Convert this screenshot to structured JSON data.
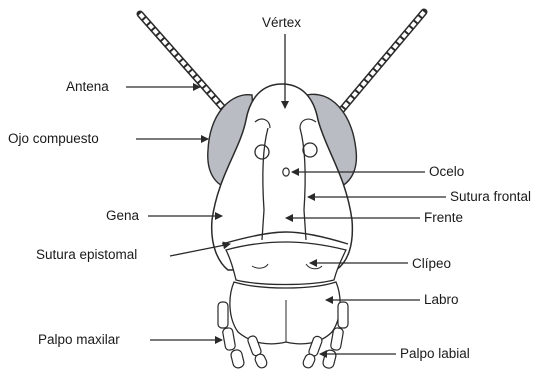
{
  "labels": {
    "vertex": "Vértex",
    "antena": "Antena",
    "ojo_compuesto": "Ojo compuesto",
    "ocelo": "Ocelo",
    "sutura_frontal": "Sutura frontal",
    "gena": "Gena",
    "frente": "Frente",
    "sutura_epistomal": "Sutura epistomal",
    "clipeo": "Clípeo",
    "labro": "Labro",
    "palpo_maxilar": "Palpo maxilar",
    "palpo_labial": "Palpo labial"
  },
  "colors": {
    "line": "#2a2a2a",
    "eye_fill": "#b9bcc2",
    "head_fill": "#ffffff"
  }
}
